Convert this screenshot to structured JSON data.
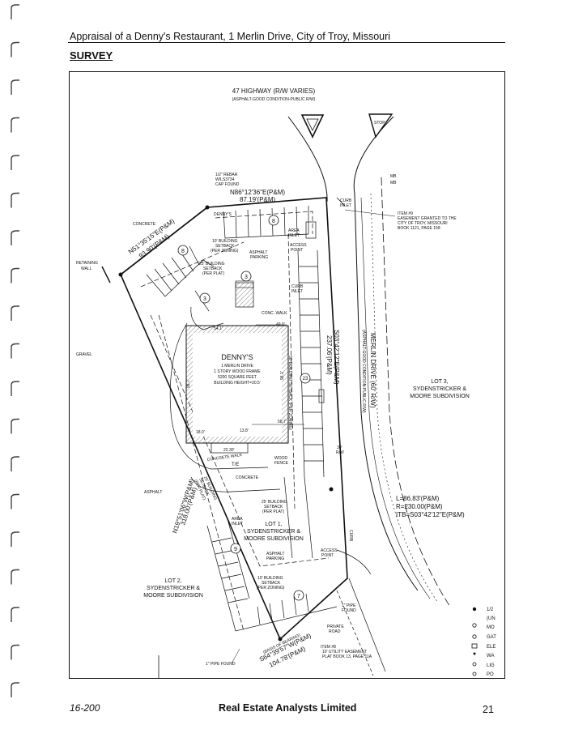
{
  "header": {
    "title": "Appraisal of a Denny's Restaurant, 1 Merlin Drive, City of Troy, Missouri"
  },
  "section": {
    "title": "SURVEY"
  },
  "survey": {
    "highway": {
      "name": "47 HIGHWAY (R/W VARIES)",
      "desc": "(ASPHALT-GOOD CONDITION-PUBLIC R/W)"
    },
    "stop_sign": "STOP",
    "rebar_note": [
      "1/2\" REBAR",
      "W/LS3734",
      "CAP FOUND"
    ],
    "north_bearing": {
      "bearing": "N86°12'36\"E(P&M)",
      "distance": "87.19'(P&M)"
    },
    "nw_bearing": {
      "bearing": "N51°35'15\"E(P&M)",
      "distance": "93.90'(P&M)"
    },
    "west_bearing": {
      "bearing": "N19°51'06\"W(P&M)",
      "distance": "318.00'(P&M)"
    },
    "east_bearing": {
      "bearing": "S03°42'12\"E(P&M)",
      "distance": "237.06'(P&M)"
    },
    "south_bearing": {
      "basis": "(BASIS OF BEARING)",
      "bearing": "S64°39'57\"W(P&M)",
      "distance": "104.78'(P&M)"
    },
    "curve": {
      "length": "L=86.83'(P&M)",
      "radius": "R=230.00(P&M)",
      "chord": "ITB=S03°42'12\"E(P&M)"
    },
    "labels": {
      "concrete": "CONCRETE",
      "concrete2": "CONCRETE",
      "retaining": [
        "RETAINING",
        "WALL"
      ],
      "gravel": "GRAVEL",
      "asphalt": "ASPHALT",
      "area_inlet": [
        "AREA",
        "INLET"
      ],
      "area_inlet2": [
        "AREA",
        "INLET"
      ],
      "access_point": [
        "ACCESS",
        "POINT"
      ],
      "access_point2": [
        "ACCESS",
        "POINT"
      ],
      "curb_inlet": [
        "CURB",
        "INLET"
      ],
      "curb_inlet2": [
        "CURB",
        "INLET"
      ],
      "dennys_sign": "DENNY'S",
      "setback_10": [
        "10' BUILDING",
        "SETBACK",
        "(PER ZONING)"
      ],
      "asphalt_parking": [
        "ASPHALT",
        "PARKING"
      ],
      "asphalt_parking2": [
        "ASPHALT",
        "PARKING"
      ],
      "setback_25": [
        "25' BUILDING",
        "SETBACK",
        "(PER PLAT)"
      ],
      "setback_25b": [
        "25' BUILDING",
        "SETBACK",
        "(PER PLAT)"
      ],
      "setback_10b": [
        "10' BUILDING",
        "SETBACK",
        "(PER ZONING)"
      ],
      "setback_30": "30' BUILDING SETBACK (PER ZONING)",
      "conc_walk": "CONC. WALK",
      "concrete_walk": "CONCRETE WALK",
      "wood_fence": [
        "WOOD",
        "FENCE"
      ],
      "te": "T/E",
      "dim_49": "49.0'",
      "dim_54": "54.1'",
      "dim_587": "58.7'",
      "dim_138": "13.8'",
      "dim_180": "18.0'",
      "dim_2230": "22.30'",
      "dim_30rw": [
        "30'",
        "R/W"
      ],
      "pipe_found": [
        "1\" PIPE",
        "FOUND"
      ],
      "pipe_found2": "1\" PIPE FOUND",
      "private_road": [
        "PRIVATE",
        "ROAD"
      ],
      "curb_label": "CURB",
      "mb": [
        "MB",
        "MB"
      ]
    },
    "building": {
      "name": "DENNY'S",
      "address": "1 MERLIN DRIVE",
      "construction": "1 STORY WOOD FRAME",
      "area": "5200 SQUARE FEET",
      "height": "BUILDING HEIGHT=20.5'",
      "dim_side": "98.7'",
      "dim_side2": "96.1'"
    },
    "merlin_drive": {
      "name": "MERLIN DRIVE (60' R/W)",
      "desc": "(ASPHALT-GOOD CONDITION-PUBLIC R/W)"
    },
    "item9": [
      "ITEM #9",
      "EASEMENT GRANTED TO THE",
      "CITY OF TROY, MISSOURI",
      "BOOK 1121, PAGE 158"
    ],
    "item8": [
      "ITEM #8",
      "10' UTILITY EASEMENT",
      "PLAT BOOK 13, PAGE 11A"
    ],
    "lot1": [
      "LOT 1,",
      "SYDENSTRICKER &",
      "MOORE SUBDIVISION"
    ],
    "lot2": [
      "LOT 2,",
      "SYDENSTRICKER &",
      "MOORE SUBDIVISION"
    ],
    "lot3": [
      "LOT 3,",
      "SYDENSTRICKER &",
      "MOORE SUBDIVISION"
    ],
    "parking_counts": [
      "8",
      "8",
      "3",
      "3",
      "23",
      "9",
      "7"
    ],
    "legend": [
      "1/2",
      "(UN",
      "MO",
      "GAT",
      "ELE",
      "WA",
      "LIG",
      "PO"
    ]
  },
  "footer": {
    "left": "16-200",
    "center": "Real Estate Analysts Limited",
    "right": "21"
  }
}
